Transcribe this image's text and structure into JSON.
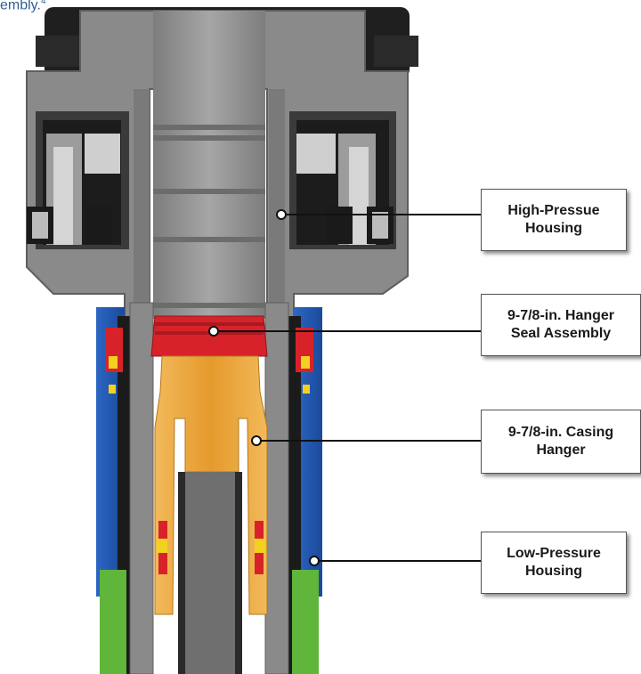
{
  "caption_fragment": "embly.",
  "caption_superscript": "4",
  "callouts": [
    {
      "text": "High-Pressue\nHousing"
    },
    {
      "text": "9-7/8-in. Hanger\nSeal Assembly"
    },
    {
      "text": "9-7/8-in. Casing\nHanger"
    },
    {
      "text": "Low-Pressure\nHousing"
    }
  ],
  "colors": {
    "steel": "#8a8a8a",
    "steel_dark": "#5e5e5e",
    "steel_light": "#b9b9b9",
    "seal_red": "#d8222a",
    "hanger_orange": "#e9a23a",
    "low_pressure_blue": "#1e56b0",
    "conductor_green": "#5fb63a",
    "seal_yellow": "#f2d21e",
    "rubber_black": "#1b1b1b"
  }
}
